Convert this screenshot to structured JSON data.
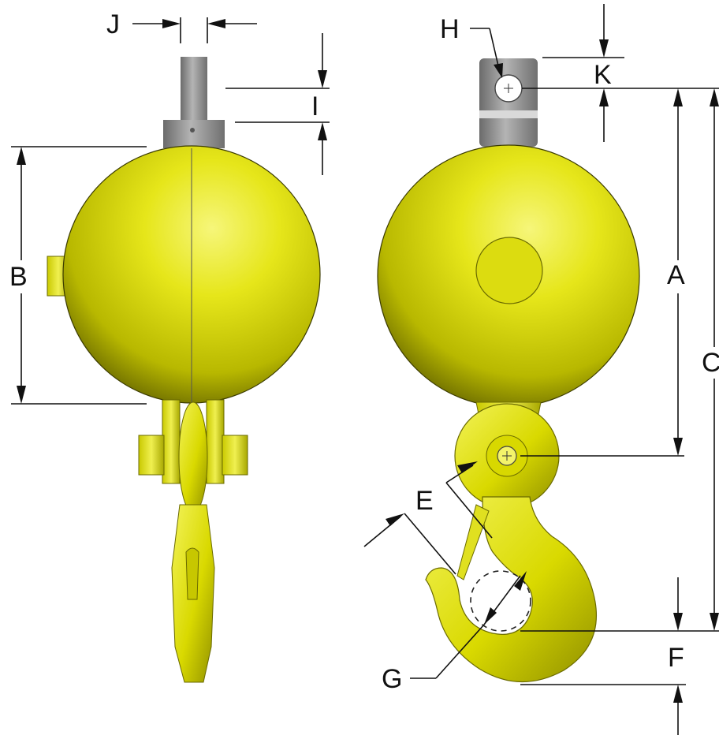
{
  "figure": {
    "labels": {
      "a": "A",
      "b": "B",
      "c": "C",
      "e": "E",
      "f": "F",
      "g": "G",
      "h": "H",
      "i": "I",
      "j": "J",
      "k": "K"
    },
    "colors": {
      "body_yellow": "#e6e61a",
      "shade_yellow": "#8c8c00",
      "steel": "#8e8e8e",
      "ink": "#111111"
    },
    "icons": {
      "pin_head": "crosshair-circle"
    }
  }
}
